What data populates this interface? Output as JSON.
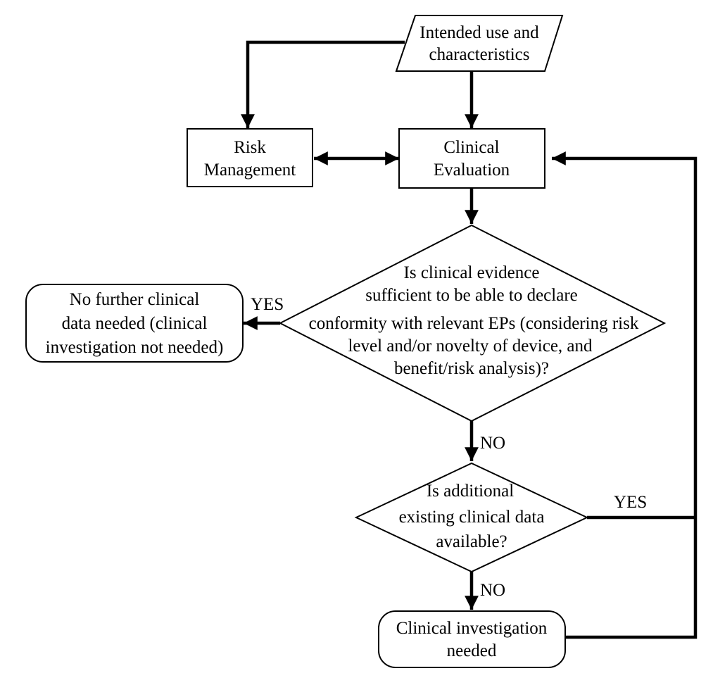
{
  "nodes": {
    "intended_use": {
      "lines": [
        "Intended use and",
        "characteristics"
      ]
    },
    "risk_management": {
      "lines": [
        "Risk",
        "Management"
      ]
    },
    "clinical_evaluation": {
      "lines": [
        "Clinical",
        "Evaluation"
      ]
    },
    "evidence_decision": {
      "lines": [
        "Is clinical evidence",
        "sufficient to be able to declare",
        "conformity with relevant EPs (considering risk",
        "level and/or novelty of device, and",
        "benefit/risk analysis)?"
      ]
    },
    "no_further_data": {
      "lines": [
        "No further clinical",
        "data needed (clinical",
        "investigation not needed)"
      ]
    },
    "additional_data_decision": {
      "lines": [
        "Is additional",
        "existing clinical data",
        "available?"
      ]
    },
    "clinical_investigation": {
      "lines": [
        "Clinical investigation",
        "needed"
      ]
    }
  },
  "edge_labels": {
    "evidence_yes": "YES",
    "evidence_no": "NO",
    "additional_yes": "YES",
    "additional_no": "NO"
  }
}
